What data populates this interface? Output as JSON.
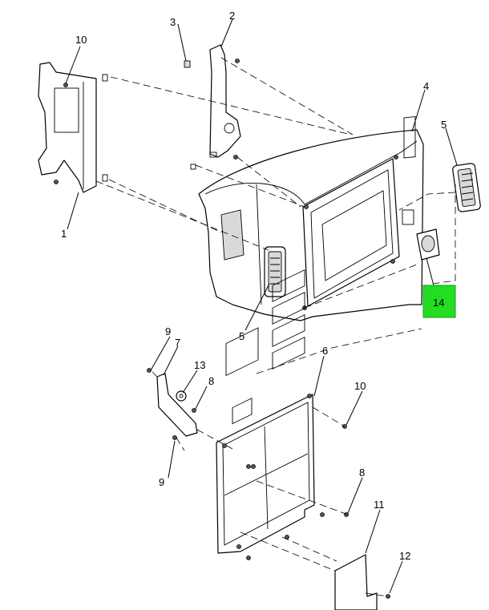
{
  "callouts": {
    "c1": "1",
    "c2": "2",
    "c3": "3",
    "c4": "4",
    "c5a": "5",
    "c5b": "5",
    "c6": "6",
    "c7": "7",
    "c8a": "8",
    "c8b": "8",
    "c9a": "9",
    "c9b": "9",
    "c10a": "10",
    "c10b": "10",
    "c11": "11",
    "c12": "12",
    "c13": "13",
    "c14": "14"
  },
  "colors": {
    "highlight": "#22dd22",
    "line": "#000000",
    "background": "#ffffff"
  }
}
